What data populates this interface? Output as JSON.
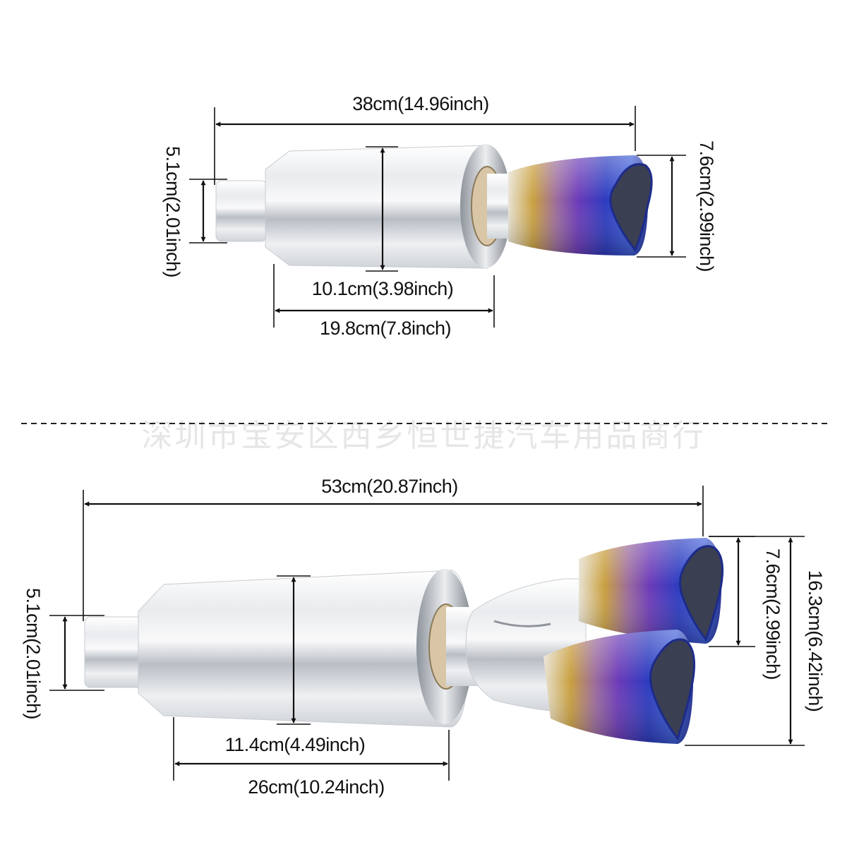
{
  "watermark": "深圳市宝安区西乡恒世捷汽车用品商行",
  "colors": {
    "text": "#111111",
    "chrome_light": "#f4f5f7",
    "chrome_dark": "#9aa0a8",
    "tip_blue": "#2b3bbf",
    "tip_purple": "#7a3ab8",
    "tip_gold": "#c9a040"
  },
  "single_outlet": {
    "overall_length": "38cm(14.96inch)",
    "inlet_diameter": "5.1cm(2.01inch)",
    "body_diameter": "10.1cm(3.98inch)",
    "body_length": "19.8cm(7.8inch)",
    "tip_diameter": "7.6cm(2.99inch)"
  },
  "dual_outlet": {
    "overall_length": "53cm(20.87inch)",
    "inlet_diameter": "5.1cm(2.01inch)",
    "body_diameter": "11.4cm(4.49inch)",
    "body_length": "26cm(10.24inch)",
    "tip_diameter": "7.6cm(2.99inch)",
    "total_height": "16.3cm(6.42inch)"
  }
}
